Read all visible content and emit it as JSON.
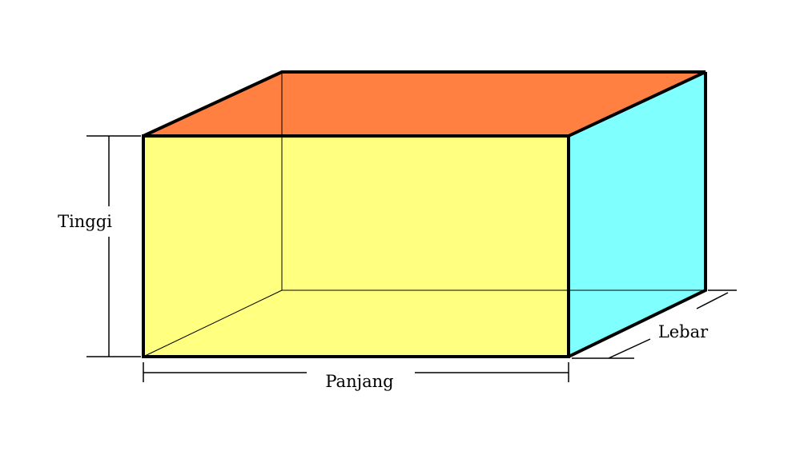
{
  "diagram": {
    "labels": {
      "height": "Tinggi",
      "length": "Panjang",
      "width": "Lebar"
    },
    "colors": {
      "front_face": "#ffff80",
      "top_face": "#ff8040",
      "right_face": "#80ffff",
      "edges": "#000000",
      "background": "#ffffff"
    }
  }
}
